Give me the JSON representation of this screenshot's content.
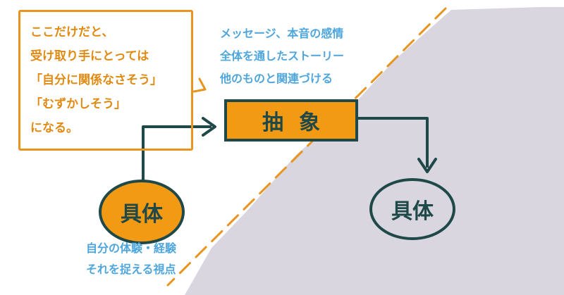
{
  "colors": {
    "accent_orange": "#f39a14",
    "note_orange": "#e8951f",
    "ink_dark": "#1f4848",
    "blue_text": "#4ea6dd",
    "gray_area": "#d9d6e0"
  },
  "note": {
    "lines": [
      "ここだけだと、",
      "受け取り手にとっては",
      "「自分に関係なさそう」",
      "「むずかしそう」",
      "になる。"
    ]
  },
  "top_note": {
    "lines": [
      "メッセージ、本音の感情",
      "全体を通したストーリー",
      "他のものと関連づける"
    ]
  },
  "abstract": {
    "label": "抽象"
  },
  "concrete_left": {
    "label": "具体"
  },
  "concrete_right": {
    "label": "具体"
  },
  "bottom_note": {
    "lines": [
      "自分の体験・経験",
      "それを捉える視点"
    ]
  }
}
